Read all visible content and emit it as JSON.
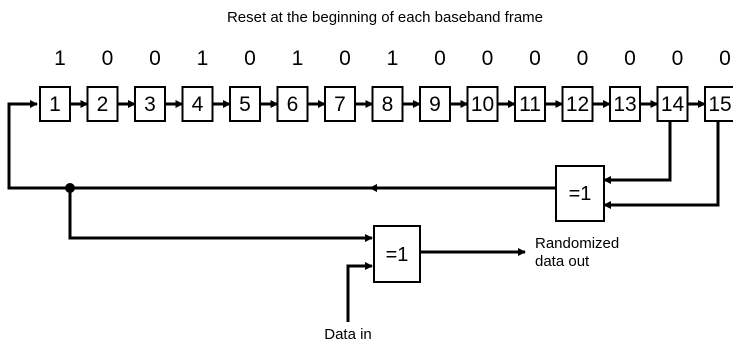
{
  "caption": "Reset at the beginning of each baseband frame",
  "initial_bits": [
    "1",
    "0",
    "0",
    "1",
    "0",
    "1",
    "0",
    "1",
    "0",
    "0",
    "0",
    "0",
    "0",
    "0",
    "0"
  ],
  "cells": [
    "1",
    "2",
    "3",
    "4",
    "5",
    "6",
    "7",
    "8",
    "9",
    "10",
    "11",
    "12",
    "13",
    "14",
    "15"
  ],
  "feedback_gate": {
    "label": "=1"
  },
  "output_gate": {
    "label": "=1"
  },
  "labels": {
    "output_line1": "Randomized",
    "output_line2": "data out",
    "input": "Data in"
  }
}
